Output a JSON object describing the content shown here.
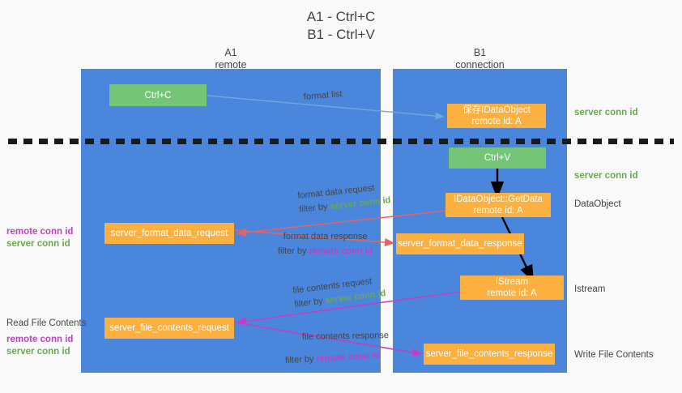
{
  "title": {
    "line1": "A1 - Ctrl+C",
    "line2": "B1 - Ctrl+V"
  },
  "columns": [
    {
      "name": "A1",
      "sub": "remote"
    },
    {
      "name": "B1",
      "sub": "connection"
    }
  ],
  "boxes": {
    "ctrl_c": {
      "line1": "Ctrl+C",
      "line2": ""
    },
    "save_dataobject": {
      "line1": "保存IDataObject",
      "line2": "remote id: A"
    },
    "ctrl_v": {
      "line1": "Ctrl+V",
      "line2": ""
    },
    "getdata": {
      "line1": "IDataObject::GetData",
      "line2": "remote id: A"
    },
    "server_format_data_request": {
      "line1": "server_format_data_request",
      "line2": ""
    },
    "server_format_data_response": {
      "line1": "server_format_data_response",
      "line2": ""
    },
    "istream": {
      "line1": "IStream",
      "line2": "remote id: A"
    },
    "server_file_contents_request": {
      "line1": "server_file_contents_request",
      "line2": ""
    },
    "server_file_contents_response": {
      "line1": "server_file_contents_response",
      "line2": ""
    }
  },
  "edges": {
    "format_list": {
      "label": "format list"
    },
    "format_data_request": {
      "label": "format data request",
      "filter_prefix": "filter by ",
      "filter_key": "server conn id"
    },
    "format_data_response": {
      "label": "format data response",
      "filter_prefix": "filter by ",
      "filter_key": "remote conn id"
    },
    "file_contents_request": {
      "label": "file contents request",
      "filter_prefix": "filter by ",
      "filter_key": "server conn id"
    },
    "file_contents_response": {
      "label": "file contents response",
      "filter_prefix": "filter by ",
      "filter_key": "remote conn id"
    }
  },
  "annotations": {
    "server_conn_id_top": "server conn id",
    "server_conn_id_mid": "server conn id",
    "dataobject": "DataObject",
    "istream": "Istream",
    "write_file_contents": "Write File Contents",
    "read_file_contents": "Read File Contents"
  },
  "side_labels": {
    "format_pair": {
      "remote": "remote conn id",
      "server": "server conn id"
    },
    "file_pair": {
      "remote": "remote conn id",
      "server": "server conn id"
    }
  },
  "colors": {
    "column_blue": "#4a86dc",
    "box_green": "#75c578",
    "box_orange": "#fbb03f",
    "server_conn_green": "#6aa84f",
    "remote_conn_magenta": "#c23fc2",
    "arrow_blue": "#6fa8dc",
    "arrow_red": "#e06666",
    "arrow_magenta": "#c23fc2",
    "arrow_black": "#000000",
    "background": "#f9f9f9"
  }
}
